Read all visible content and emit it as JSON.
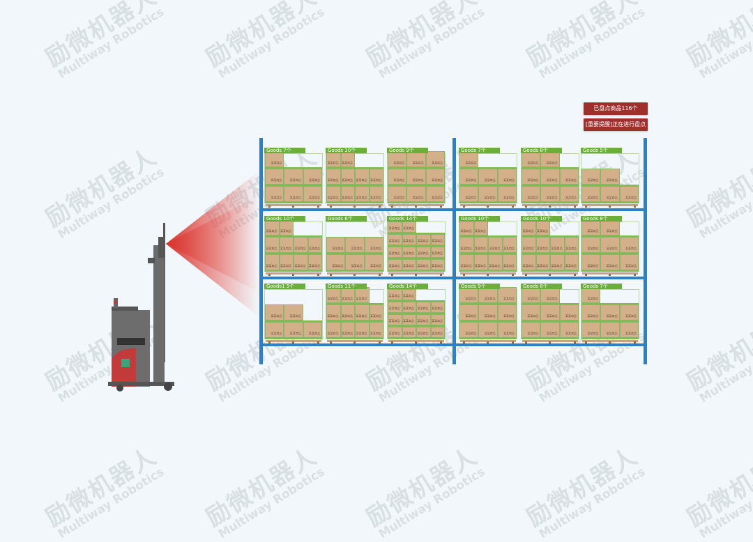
{
  "watermark": {
    "cn": "励微机器人",
    "en": "Multiway Robotics"
  },
  "status": {
    "counted": "已盘点商品116个",
    "alert": "[重要提醒]正在进行盘点"
  },
  "box_label": "某某商品",
  "colors": {
    "shelf": "#2f7fc1",
    "label": "#6aae3b",
    "box": "#d4b08a",
    "badge": "#9e2f2b",
    "scanner": "#d9312b"
  },
  "shelves": [
    [
      {
        "label": "Goods  7个",
        "count": 7
      },
      {
        "label": "Goods  10个",
        "count": 10
      },
      {
        "label": "Goods  9个",
        "count": 9
      },
      {
        "label": "Goods  7个",
        "count": 7
      },
      {
        "label": "Goods  8个",
        "count": 8
      },
      {
        "label": "Goods  5个",
        "count": 5
      }
    ],
    [
      {
        "label": "Goods  10个",
        "count": 10
      },
      {
        "label": "Goods  6个",
        "count": 6
      },
      {
        "label": "Goods  14个",
        "count": 14
      },
      {
        "label": "Goods  10个",
        "count": 10
      },
      {
        "label": "Goods  10个",
        "count": 10
      },
      {
        "label": "Goods  8个",
        "count": 8
      }
    ],
    [
      {
        "label": "Goods1  5个",
        "count": 5
      },
      {
        "label": "Goods  11个",
        "count": 11
      },
      {
        "label": "Goods  14个",
        "count": 14
      },
      {
        "label": "Goods  9个",
        "count": 9
      },
      {
        "label": "Goods  8个",
        "count": 8
      },
      {
        "label": "Goods  7个",
        "count": 7
      }
    ]
  ]
}
